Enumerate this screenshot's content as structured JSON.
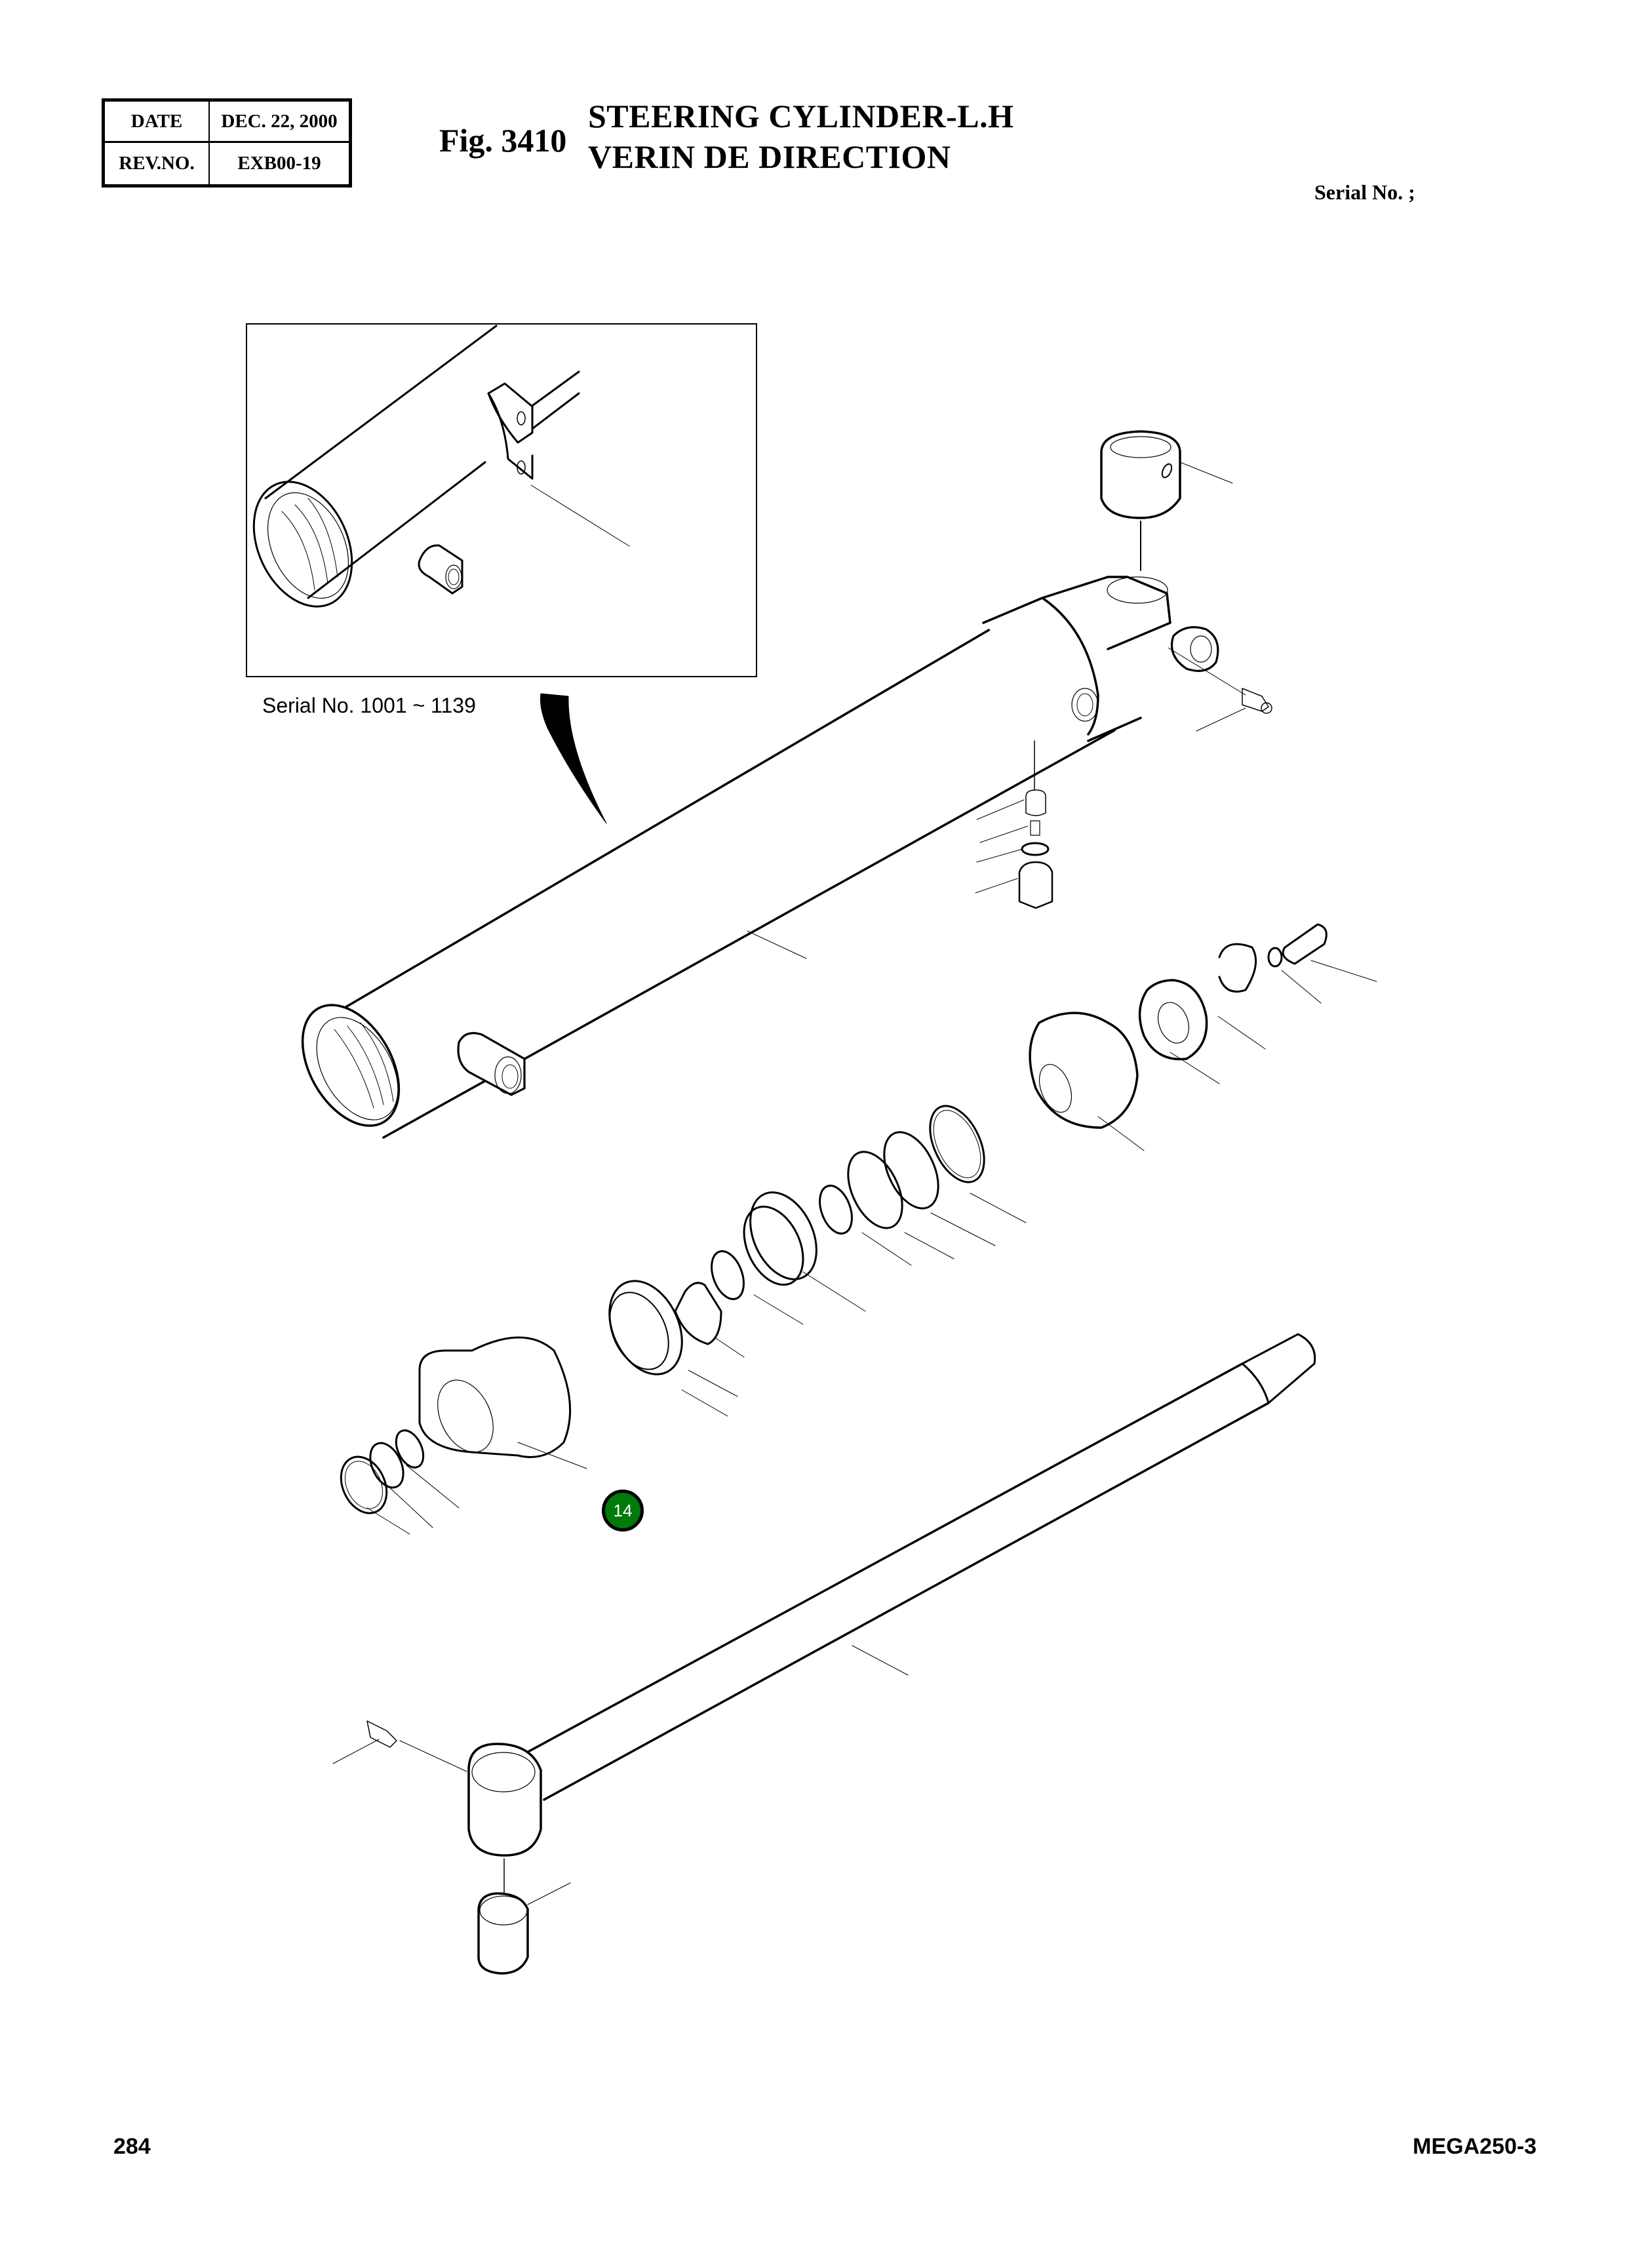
{
  "header": {
    "date_label": "DATE",
    "date_value": "DEC. 22, 2000",
    "rev_label": "REV.NO.",
    "rev_value": "EXB00-19",
    "fig_number": "Fig. 3410",
    "title_en": "STEERING CYLINDER-L.H",
    "title_fr": "VERIN DE DIRECTION",
    "serial_label": "Serial No. ;"
  },
  "inset": {
    "caption": "Serial No. 1001 ~ 1139"
  },
  "callouts": [
    {
      "number": "14",
      "color": "#007a0a"
    }
  ],
  "parts": [
    "cylinder-tube",
    "rod-end-bushing-top",
    "grease-nipple-tube",
    "check-valve",
    "spring",
    "o-ring-plug",
    "plug",
    "pin",
    "o-ring-pin",
    "snap-ring",
    "nut",
    "piston",
    "seal-ring",
    "backup-ring",
    "wear-ring",
    "o-ring-piston",
    "cushion-collar",
    "stop-ring",
    "rod-cover",
    "o-ring-cover",
    "rod-seal",
    "dust-wiper",
    "piston-rod",
    "grease-nipple-rod",
    "rod-end-bushing-bottom"
  ],
  "footer": {
    "page_number": "284",
    "model": "MEGA250-3"
  }
}
